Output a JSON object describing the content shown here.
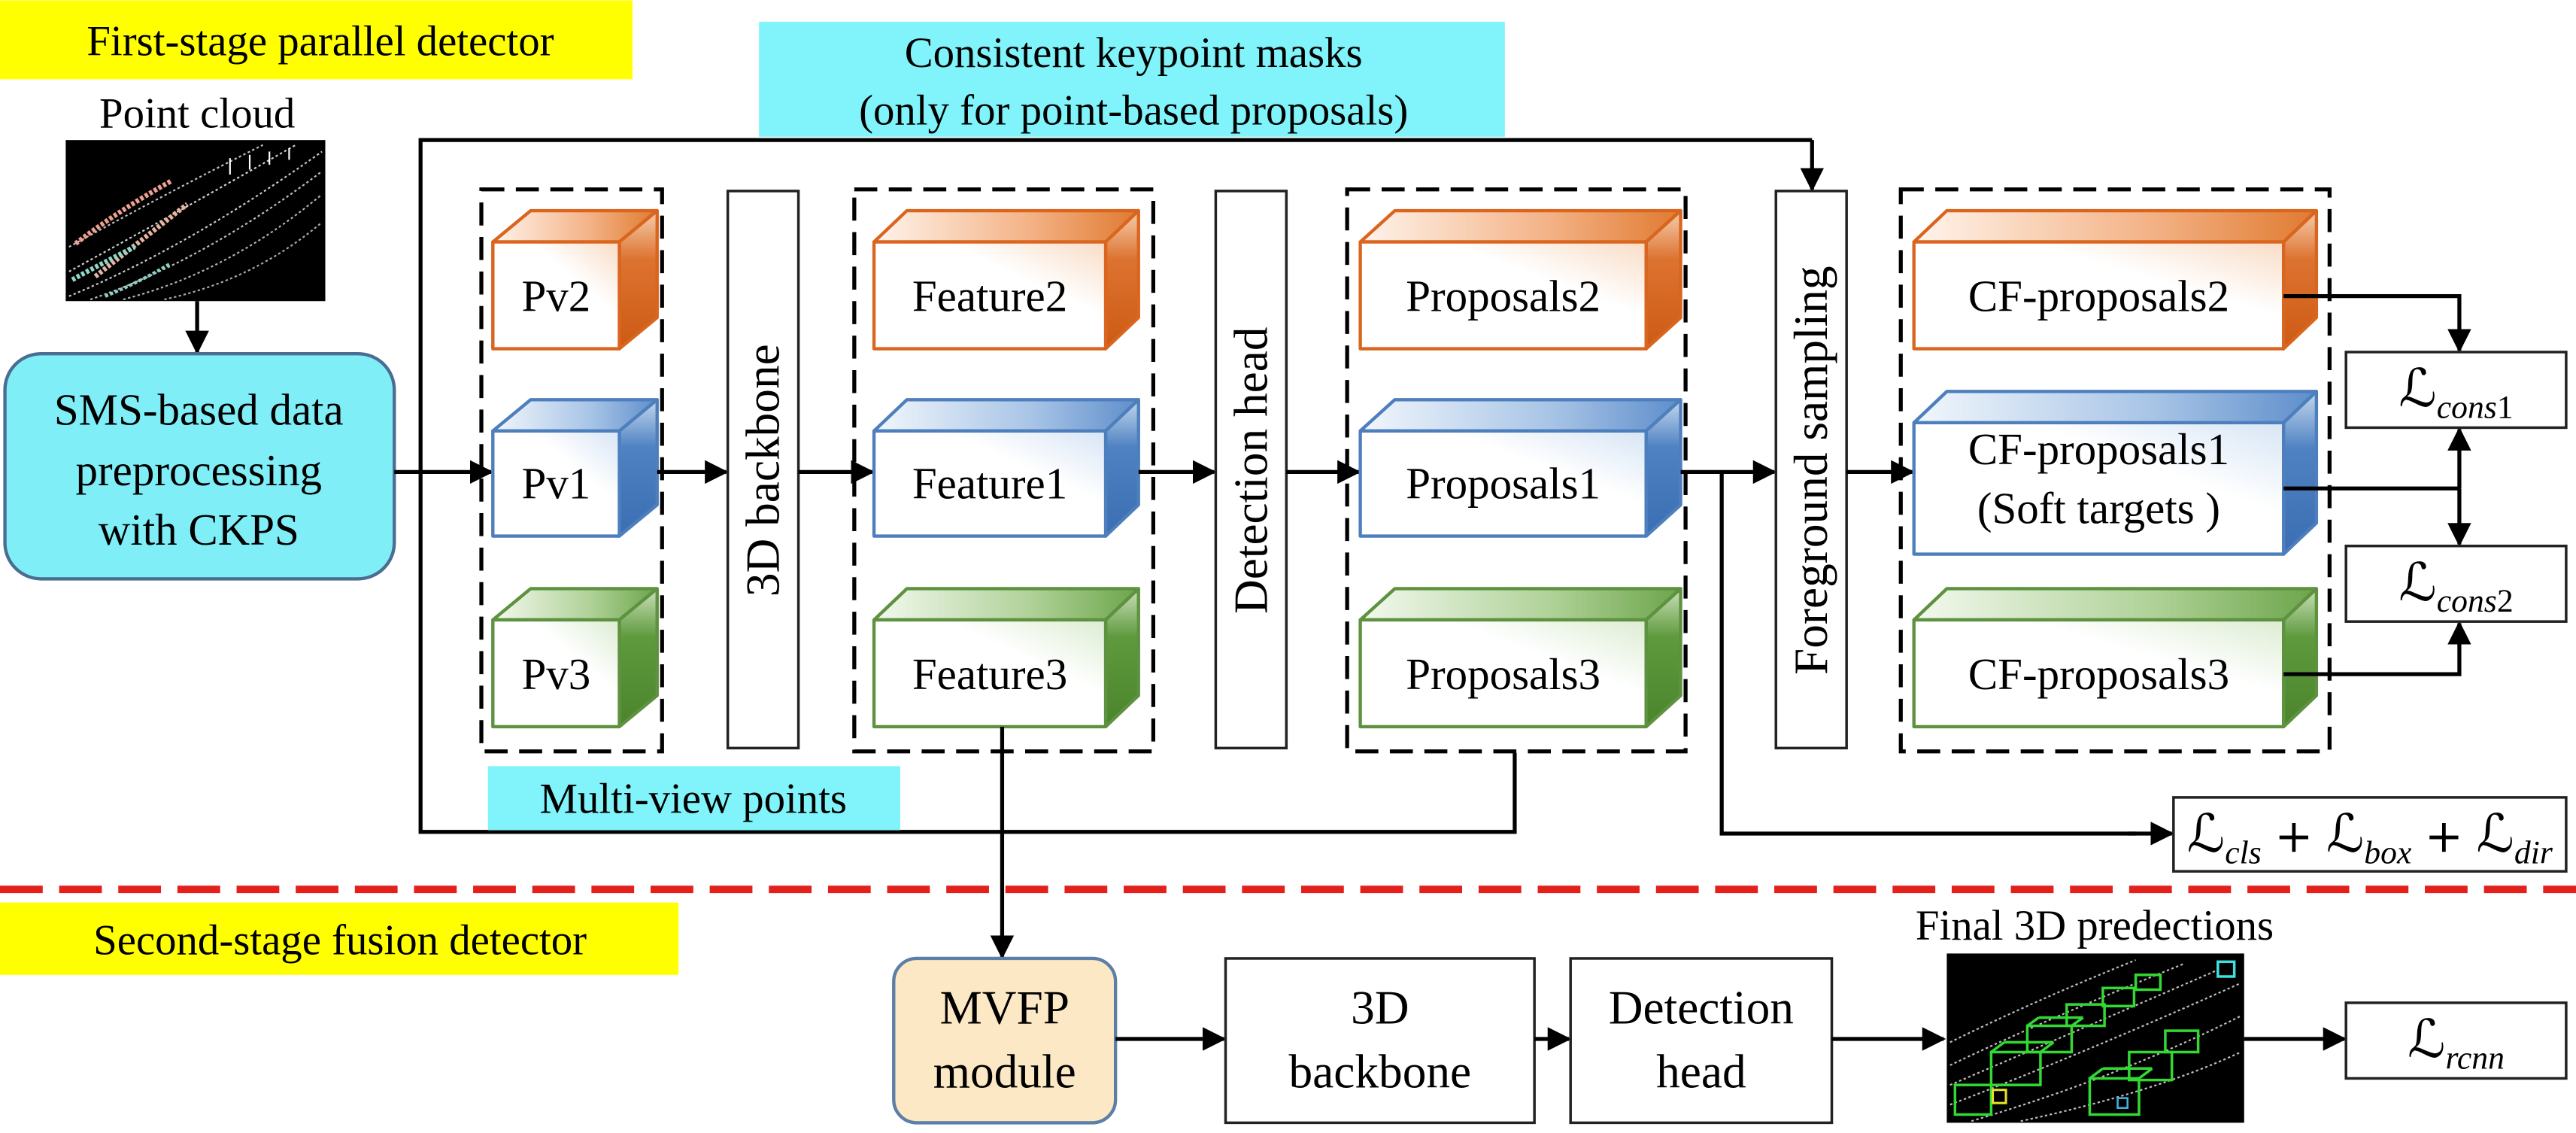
{
  "stage1": {
    "title": "First-stage parallel detector",
    "point_cloud_label": "Point cloud",
    "preprocessing": [
      "SMS-based data",
      "preprocessing",
      "with CKPS"
    ],
    "keypoint_masks_note": [
      "Consistent keypoint masks",
      "(only for point-based proposals)"
    ],
    "multi_view_note": "Multi-view points",
    "views": [
      "Pv2",
      "Pv1",
      "Pv3"
    ],
    "backbone": "3D backbone",
    "features": [
      "Feature2",
      "Feature1",
      "Feature3"
    ],
    "detection_head": "Detection head",
    "proposals": [
      "Proposals2",
      "Proposals1",
      "Proposals3"
    ],
    "foreground_sampling": "Foreground sampling",
    "cf_proposals": {
      "cf2": "CF-proposals2",
      "cf1": [
        "CF-proposals1",
        "(Soft targets )"
      ],
      "cf3": "CF-proposals3"
    },
    "loss_cons1": {
      "symbol": "ℒ",
      "sub": "cons",
      "index": "1"
    },
    "loss_cons2": {
      "symbol": "ℒ",
      "sub": "cons",
      "index": "2"
    },
    "loss_detection": {
      "symbol": "ℒ",
      "terms": [
        "cls",
        "box",
        "dir"
      ],
      "operator": "+"
    }
  },
  "stage2": {
    "title": "Second-stage fusion detector",
    "mvfp": [
      "MVFP",
      "module"
    ],
    "backbone": [
      "3D",
      "backbone"
    ],
    "detection_head": [
      "Detection",
      "head"
    ],
    "final_predictions_label": "Final 3D predections",
    "loss_rcnn": {
      "symbol": "ℒ",
      "sub": "rcnn"
    }
  },
  "colors": {
    "stage_label": "#ffff00",
    "note_label": "#80f4fa",
    "preprocessing_fill": "#80eef7",
    "mvfp_fill": "#fce8c4",
    "view2": "#d9651f",
    "view1": "#4e7fbd",
    "view3": "#5e9140",
    "stage_separator": "#e3201b"
  }
}
